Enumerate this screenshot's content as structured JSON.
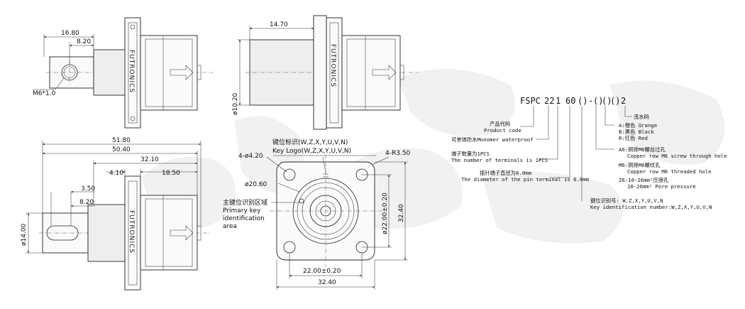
{
  "brand": "FUTRONICS",
  "top_left_view": {
    "dim_overall": "16.80",
    "dim_inner": "8.20",
    "thread": "M6*1.0"
  },
  "top_right_view": {
    "dim_length": "14.70",
    "dim_diameter": "ø10.20"
  },
  "bottom_left_view": {
    "dim_51": "51.80",
    "dim_50": "50.40",
    "dim_32": "32.10",
    "dim_4": "4.10",
    "dim_18": "18.50",
    "dim_3": "3.50",
    "dim_8": "8.20",
    "dim_14": "ø14.00"
  },
  "front_view": {
    "key_logo_cn": "键位标识(W,Z,X,Y,U,V,N)",
    "key_logo_en": "Key Logo(W,Z,X,Y,U,V,N)",
    "holes": "4-ø4.20",
    "radius": "4-R3.50",
    "diameter": "ø20.60",
    "key_area_cn": "主键位识别区域",
    "key_area_en_1": "Primary key",
    "key_area_en_2": "identification",
    "key_area_en_3": "area",
    "dim_22_v": "ø22.00±0.20",
    "dim_32_v": "32.40",
    "dim_22_h": "22.00±0.20",
    "dim_32_h": "32.40"
  },
  "part_code": {
    "segments": [
      "FSPC",
      "22",
      "1",
      "60",
      "()",
      "-",
      "()",
      "()",
      "()",
      "2"
    ],
    "labels": [
      {
        "cn": "流水码",
        "en": ""
      },
      {
        "cn": "A:橙色 Orange",
        "en": ""
      },
      {
        "cn": "B:黑色 Black",
        "en": ""
      },
      {
        "cn": "R:红色 Red",
        "en": ""
      },
      {
        "cn": "产品代码",
        "en": "Product code"
      },
      {
        "cn": "可单体防水Monomer waterproof",
        "en": ""
      },
      {
        "cn": "端子数量为1PCS",
        "en": "The number of terminals is 1PCS"
      },
      {
        "cn": "A6:铜排M6螺丝过孔",
        "en": "Copper row M6 screw through hole"
      },
      {
        "cn": "M6:铜排M6螺纹孔",
        "en": "Copper row M6 threaded hole"
      },
      {
        "cn": "插针端子直径为6.0mm",
        "en": "The diameter of the pin terminal is 6.0mm"
      },
      {
        "cn": "Z6:10-26mm²压接孔",
        "en": "10-26mm² Pore pressure"
      },
      {
        "cn": "键位识别号: W,Z,X,Y,U,V,N",
        "en": "Key identification number:W,Z,X,Y,U,V,N"
      }
    ]
  }
}
